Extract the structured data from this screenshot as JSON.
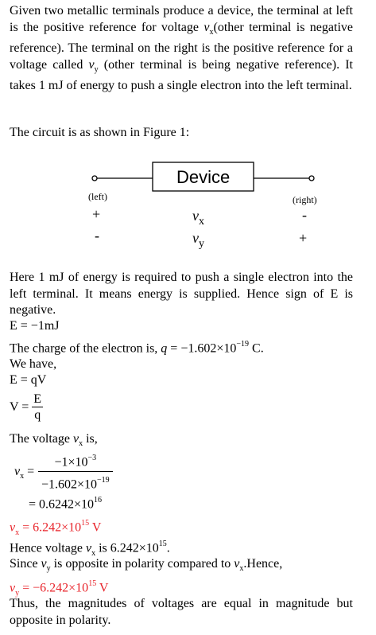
{
  "intro": {
    "text_parts": [
      "Given two metallic terminals produce a device, the terminal at left is the positive reference for voltage ",
      "v",
      "x",
      "(other terminal is negative reference). The terminal on the right is the positive reference for a voltage called ",
      "v",
      "y",
      " (other terminal is being negative reference). It takes 1 mJ of energy to push a single electron into the left terminal."
    ]
  },
  "circuit_intro": "The circuit is as shown in Figure 1:",
  "figure": {
    "device_label": "Device",
    "left_label": "(left)",
    "right_label": "(right)",
    "vx_left_sign": "+",
    "vx_right_sign": "-",
    "vy_left_sign": "-",
    "vy_right_sign": "+",
    "vx_symbol": "v",
    "vx_sub": "x",
    "vy_symbol": "v",
    "vy_sub": "y"
  },
  "energy_para": "Here 1 mJ of energy is required to push a single electron into the left terminal. It means energy is supplied. Hence sign of E is negative.",
  "energy_eq": "E = −1mJ",
  "charge_line": {
    "prefix": "The charge of the electron  is, ",
    "q": "q",
    "eq": " = −1.602×10",
    "exp": "−19",
    "unit": " C."
  },
  "we_have": "We have,",
  "eq1": "E = qV",
  "eq2": {
    "lhs": "V =",
    "num": "E",
    "den": "q"
  },
  "voltage_vx_line": {
    "prefix": "The voltage ",
    "v": "v",
    "sub": "x",
    "suffix": " is,"
  },
  "calc": {
    "lhs_v": "v",
    "lhs_sub": "x",
    "num": "−1×10",
    "num_exp": "−3",
    "den": "−1.602×10",
    "den_exp": "−19",
    "result": "= 0.6242×10",
    "result_exp": "16"
  },
  "answer_vx": {
    "v": "v",
    "sub": "x",
    "eq": " = 6.242×10",
    "exp": "15",
    "unit": " V"
  },
  "hence_line": {
    "prefix": "Hence voltage ",
    "v": "v",
    "sub": "x",
    "mid": " is 6.242×10",
    "exp": "15",
    "suffix": "."
  },
  "since_line": {
    "prefix": "Since ",
    "v1": "v",
    "sub1": "y",
    "mid": " is opposite in polarity compared to ",
    "v2": "v",
    "sub2": "x",
    "suffix": ".Hence,"
  },
  "answer_vy": {
    "v": "v",
    "sub": "y",
    "eq": " = −6.242×10",
    "exp": "15",
    "unit": " V"
  },
  "conclusion": "Thus, the magnitudes of voltages are equal in magnitude but opposite in polarity.",
  "colors": {
    "answer": "#e8242b",
    "text": "#000000"
  }
}
